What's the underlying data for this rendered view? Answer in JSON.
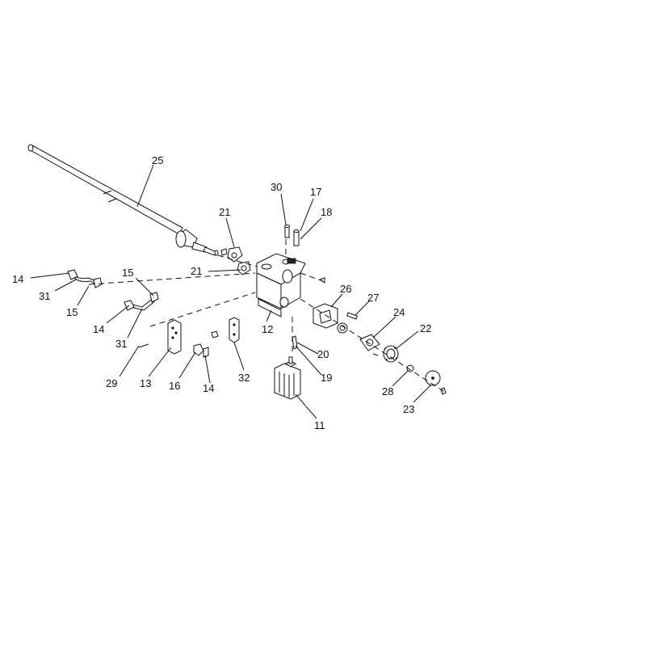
{
  "callouts": {
    "c25": "25",
    "c30": "30",
    "c17": "17",
    "c18": "18",
    "c21a": "21",
    "c21b": "21",
    "c14a": "14",
    "c31a": "31",
    "c15a": "15",
    "c15b": "15",
    "c14b": "14",
    "c31b": "31",
    "c29": "29",
    "c13": "13",
    "c16": "16",
    "c14c": "14",
    "c32": "32",
    "c12": "12",
    "c26": "26",
    "c27": "27",
    "c24": "24",
    "c22": "22",
    "c20": "20",
    "c19": "19",
    "c28": "28",
    "c23": "23",
    "c11": "11"
  }
}
